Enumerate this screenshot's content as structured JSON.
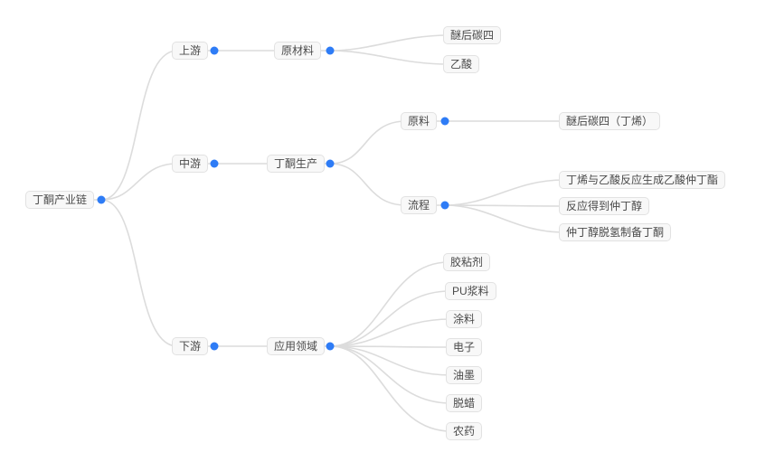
{
  "colors": {
    "canvas-bg": "#ffffff",
    "node-bg": "#f8f8f8",
    "node-border": "#e2e2e2",
    "node-text": "#4a4a4a",
    "edge": "#dcdcdc",
    "dot": "#2e7cf6"
  },
  "mindmap": {
    "root": {
      "label": "丁酮产业链"
    },
    "branches": [
      {
        "label": "上游",
        "children": [
          {
            "label": "原材料",
            "children": [
              {
                "label": "醚后碳四"
              },
              {
                "label": "乙酸"
              }
            ]
          }
        ]
      },
      {
        "label": "中游",
        "children": [
          {
            "label": "丁酮生产",
            "children": [
              {
                "label": "原料",
                "children": [
                  {
                    "label": "醚后碳四（丁烯）"
                  }
                ]
              },
              {
                "label": "流程",
                "children": [
                  {
                    "label": "丁烯与乙酸反应生成乙酸仲丁酯"
                  },
                  {
                    "label": "反应得到仲丁醇"
                  },
                  {
                    "label": "仲丁醇脱氢制备丁酮"
                  }
                ]
              }
            ]
          }
        ]
      },
      {
        "label": "下游",
        "children": [
          {
            "label": "应用领域",
            "children": [
              {
                "label": "胶粘剂"
              },
              {
                "label": "PU浆料"
              },
              {
                "label": "涂料"
              },
              {
                "label": "电子"
              },
              {
                "label": "油墨"
              },
              {
                "label": "脱蜡"
              },
              {
                "label": "农药"
              }
            ]
          }
        ]
      }
    ]
  }
}
